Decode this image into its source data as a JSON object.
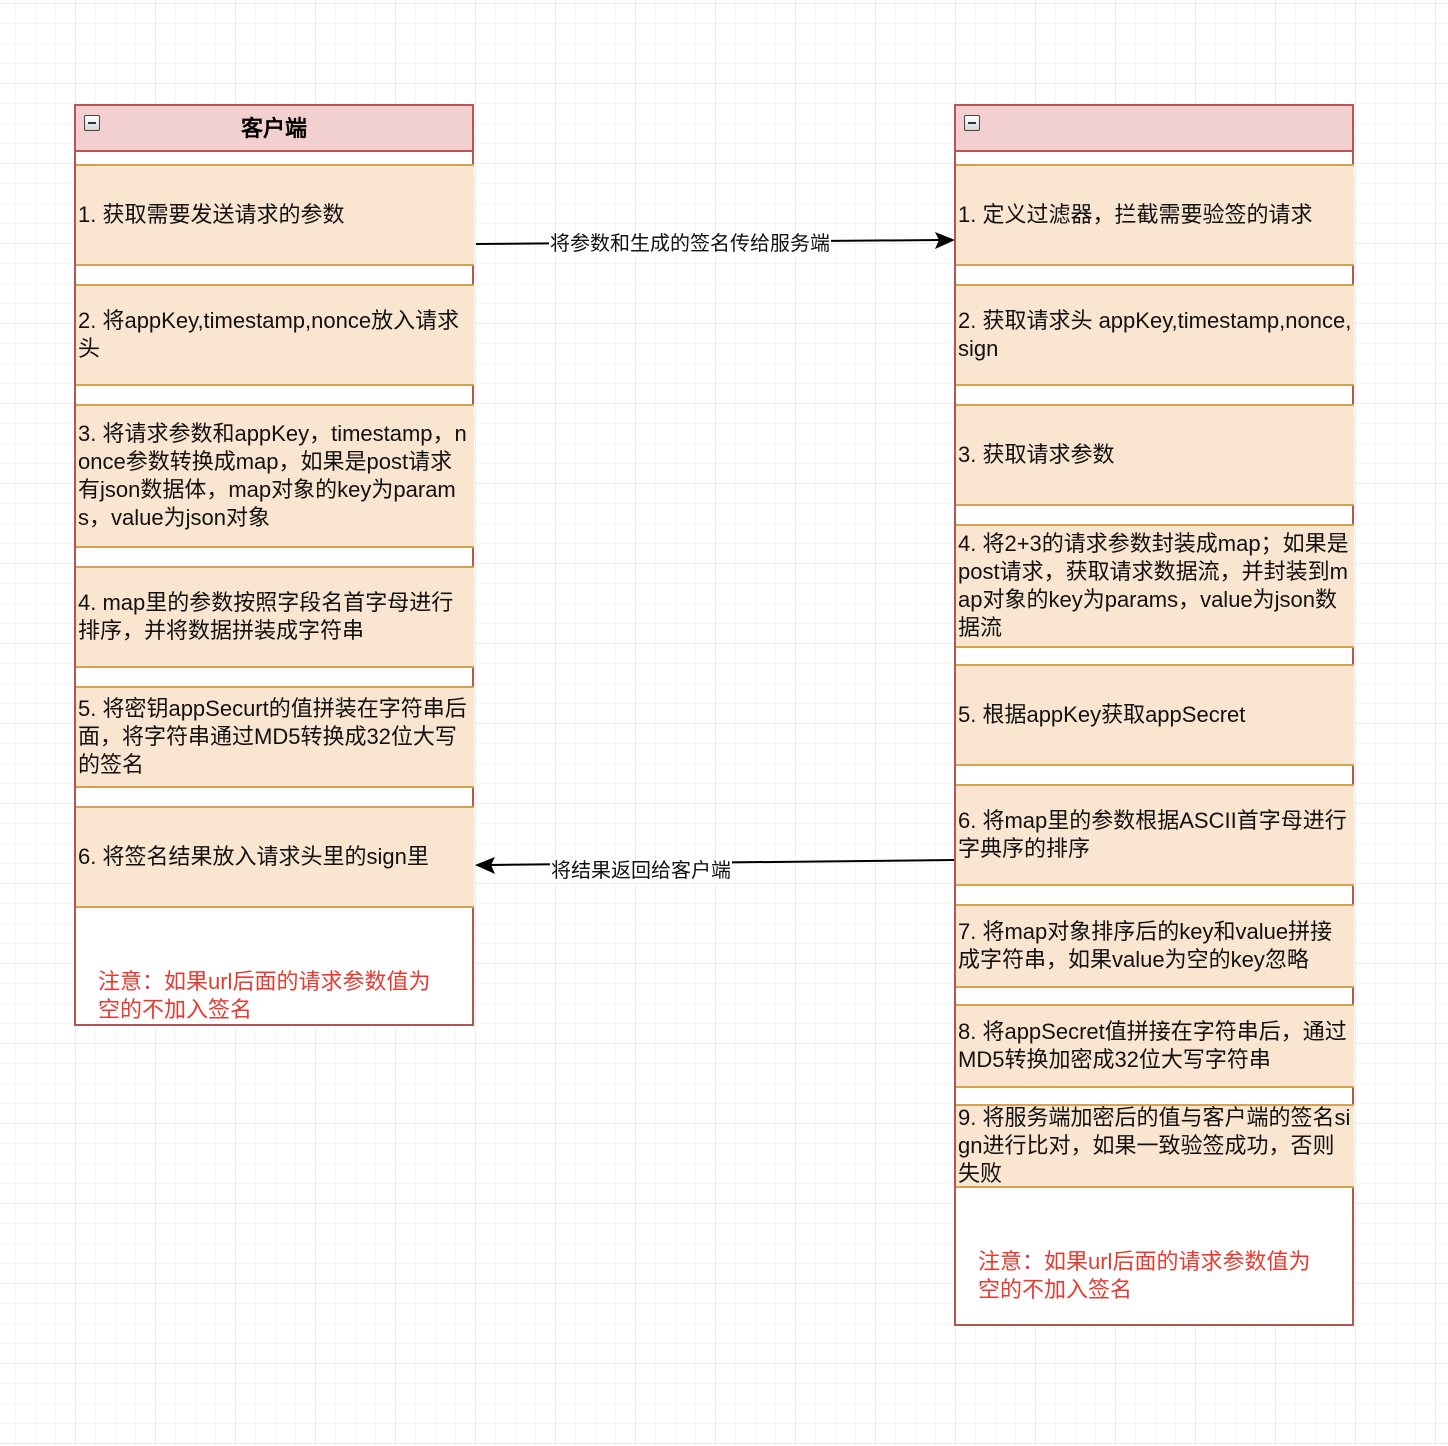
{
  "client": {
    "title": "客户端",
    "steps": [
      "1. 获取需要发送请求的参数",
      "2. 将appKey,timestamp,nonce放入请求头",
      "3. 将请求参数和appKey，timestamp，nonce参数转换成map，如果是post请求有json数据体，map对象的key为params，value为json对象",
      "4. map里的参数按照字段名首字母进行排序，并将数据拼装成字符串",
      "5. 将密钥appSecurt的值拼装在字符串后面，将字符串通过MD5转换成32位大写的签名",
      "6. 将签名结果放入请求头里的sign里"
    ],
    "note": "注意：如果url后面的请求参数值为空的不加入签名"
  },
  "server": {
    "title": "",
    "steps": [
      "1. 定义过滤器，拦截需要验签的请求",
      "2. 获取请求头 appKey,timestamp,nonce,sign",
      "3. 获取请求参数",
      "4. 将2+3的请求参数封装成map；如果是post请求，获取请求数据流，并封装到map对象的key为params，value为json数据流",
      "5. 根据appKey获取appSecret",
      "6. 将map里的参数根据ASCII首字母进行字典序的排序",
      "7. 将map对象排序后的key和value拼接成字符串，如果value为空的key忽略",
      "8. 将appSecret值拼接在字符串后，通过MD5转换加密成32位大写字符串",
      "9. 将服务端加密后的值与客户端的签名sign进行比对，如果一致验签成功，否则失败"
    ],
    "note": "注意：如果url后面的请求参数值为空的不加入签名"
  },
  "connectors": {
    "request_label": "将参数和生成的签名传给服务端",
    "response_label": "将结果返回给客户端"
  },
  "colors": {
    "lane_border": "#b85450",
    "lane_header_fill": "#f2d0cf",
    "step_fill": "#fae5d1",
    "step_border": "#d7a24e",
    "note_text": "#e83a30"
  }
}
